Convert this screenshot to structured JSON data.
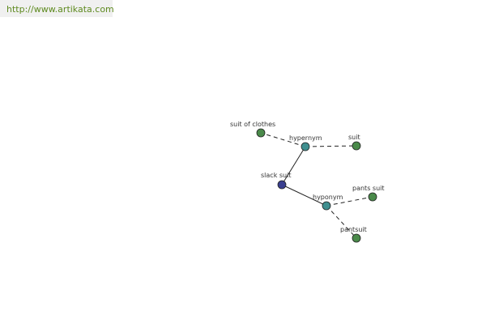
{
  "header": {
    "url": "http://www.artikata.com"
  },
  "colors": {
    "center_node": "#3a3f8f",
    "relation_node": "#3f8f8f",
    "term_node": "#4a8a4a",
    "edge": "#222222",
    "url_text": "#5e8a1f"
  },
  "graph": {
    "center": {
      "id": "slack",
      "label": "slack suit"
    },
    "relations": [
      {
        "id": "hypernym",
        "label": "hypernym"
      },
      {
        "id": "hyponym",
        "label": "hyponym"
      }
    ],
    "terms": [
      {
        "id": "suit-of-clothes",
        "label": "suit of clothes",
        "relation": "hypernym"
      },
      {
        "id": "suit",
        "label": "suit",
        "relation": "hypernym"
      },
      {
        "id": "pants-suit",
        "label": "pants suit",
        "relation": "hyponym"
      },
      {
        "id": "pantsuit",
        "label": "pantsuit",
        "relation": "hyponym"
      }
    ]
  }
}
